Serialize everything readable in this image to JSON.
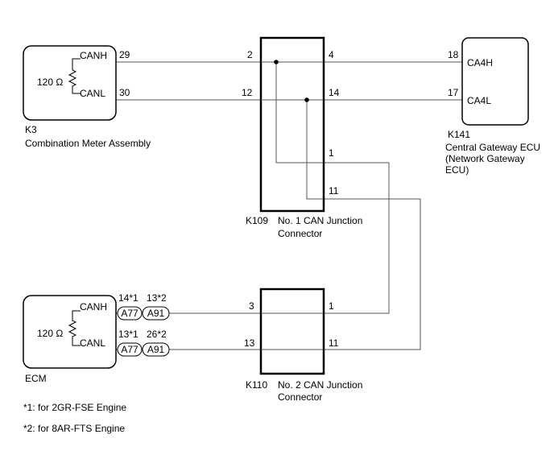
{
  "components": {
    "k3": {
      "id": "K3",
      "name": "Combination Meter Assembly",
      "resistor": "120 Ω",
      "canh": "CANH",
      "canl": "CANL",
      "pin_h": "29",
      "pin_l": "30"
    },
    "k109": {
      "id": "K109",
      "name1": "No. 1 CAN Junction",
      "name2": "Connector",
      "pin_2": "2",
      "pin_12": "12",
      "pin_4": "4",
      "pin_14": "14",
      "pin_1": "1",
      "pin_11": "11"
    },
    "k141": {
      "id": "K141",
      "name1": "Central Gateway ECU",
      "name2": "(Network Gateway",
      "name3": "ECU)",
      "ca4h": "CA4H",
      "ca4l": "CA4L",
      "pin_18": "18",
      "pin_17": "17"
    },
    "ecm": {
      "id": "ECM",
      "resistor": "120 Ω",
      "canh": "CANH",
      "canl": "CANL",
      "pin_h1": "14*1",
      "pin_h2": "13*2",
      "pin_l1": "13*1",
      "pin_l2": "26*2",
      "conn_a77": "A77",
      "conn_a91": "A91"
    },
    "k110": {
      "id": "K110",
      "name1": "No. 2 CAN Junction",
      "name2": "Connector",
      "pin_3": "3",
      "pin_13": "13",
      "pin_1": "1",
      "pin_11": "11"
    }
  },
  "notes": {
    "note1": "*1: for 2GR-FSE Engine",
    "note2": "*2: for 8AR-FTS Engine"
  }
}
